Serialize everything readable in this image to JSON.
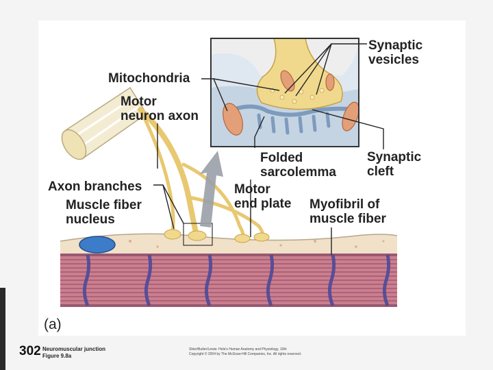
{
  "labels": {
    "synaptic_vesicles": "Synaptic\nvesicles",
    "mitochondria": "Mitochondria",
    "motor_neuron_axon": "Motor\nneuron axon",
    "folded_sarcolemma": "Folded\nsarcolemma",
    "synaptic_cleft": "Synaptic\ncleft",
    "axon_branches": "Axon branches",
    "muscle_fiber_nucleus": "Muscle fiber\nnucleus",
    "motor_end_plate": "Motor\nend plate",
    "myofibril": "Myofibril of\nmuscle fiber"
  },
  "part_label": "(a)",
  "footer": {
    "page_number": "302",
    "title": "Neuromuscular junction\nFigure 9.8a",
    "credit": "Shier/Butler/Lewis: Hole's Human Anatomy and Physiology, 10th\nCopyright © 2004 by The McGraw-Hill Companies, Inc. All rights reserved."
  },
  "colors": {
    "axon": "#f0d98c",
    "sarcoplasm": "#f1e1c8",
    "cleft": "#9cb6d0",
    "myofibril": "#c9808e",
    "band": "#5c5aa0",
    "nucleus": "#3d7cc9",
    "mitochondria": "#e39f78"
  },
  "icons": [
    "zoom-arrow-icon"
  ]
}
